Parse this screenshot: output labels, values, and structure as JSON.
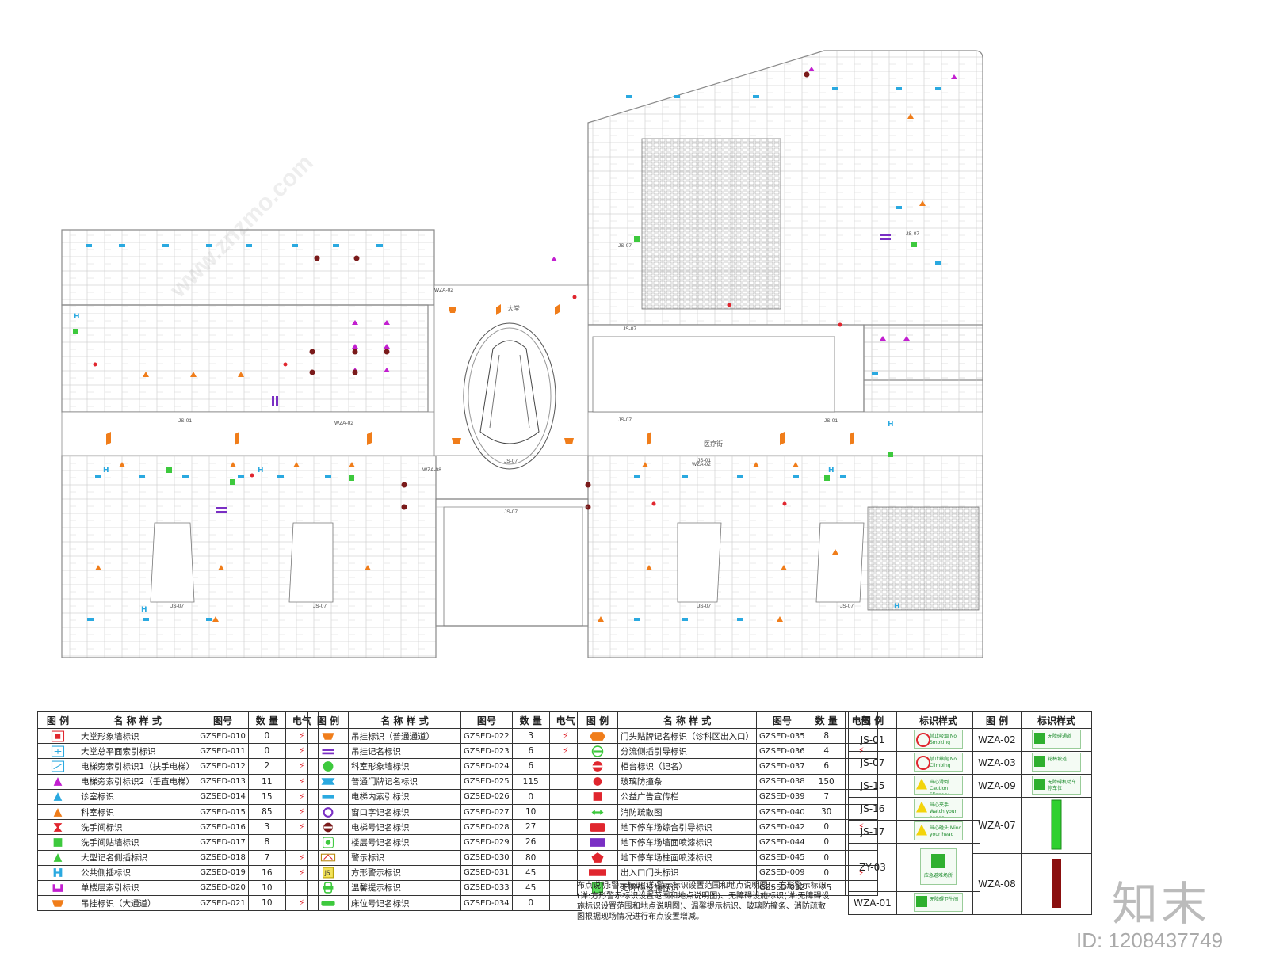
{
  "plan": {
    "labels": {
      "lobby": "大堂",
      "medical_street": "医疗街",
      "js01a": "JS-01",
      "js01b": "JS-01",
      "js01c": "JS-01",
      "js07a": "JS-07",
      "js07b": "JS-07",
      "js07c": "JS-07",
      "js07d": "JS-07",
      "js07e": "JS-07",
      "js07f": "JS-07",
      "js07g": "JS-07",
      "js07h": "JS-07",
      "js07i": "JS-07",
      "js07j": "JS-07",
      "wza02a": "WZA-02",
      "wza02b": "WZA-02",
      "wza02c": "WZA-02",
      "wza08": "WZA-08"
    },
    "watermark": "www.znzmo.com"
  },
  "legend1": {
    "headers": [
      "图 例",
      "名 称 样 式",
      "图号",
      "数 量",
      "电气"
    ],
    "rows": [
      {
        "icon": "lobby-image-wall-icon",
        "name": "大堂形象墙标识",
        "code": "GZSED-010",
        "qty": "0",
        "elec": "⚡"
      },
      {
        "icon": "lobby-plan-index-icon",
        "name": "大堂总平面索引标识",
        "code": "GZSED-011",
        "qty": "0",
        "elec": "⚡"
      },
      {
        "icon": "elevator-index-icon",
        "name": "电梯旁索引标识1（扶手电梯）",
        "code": "GZSED-012",
        "qty": "2",
        "elec": "⚡"
      },
      {
        "icon": "magenta-triangle-icon",
        "name": "电梯旁索引标识2（垂直电梯）",
        "code": "GZSED-013",
        "qty": "11",
        "elec": "⚡"
      },
      {
        "icon": "blue-triangle-icon",
        "name": "诊室标识",
        "code": "GZSED-014",
        "qty": "15",
        "elec": "⚡"
      },
      {
        "icon": "orange-triangle-icon",
        "name": "科室标识",
        "code": "GZSED-015",
        "qty": "85",
        "elec": "⚡"
      },
      {
        "icon": "red-bowtie-icon",
        "name": "洗手间标识",
        "code": "GZSED-016",
        "qty": "3",
        "elec": "⚡"
      },
      {
        "icon": "green-square-icon",
        "name": "洗手间贴墙标识",
        "code": "GZSED-017",
        "qty": "8",
        "elec": ""
      },
      {
        "icon": "green-triangle-icon",
        "name": "大型记名侧插标识",
        "code": "GZSED-018",
        "qty": "7",
        "elec": "⚡"
      },
      {
        "icon": "blue-h-icon",
        "name": "公共侧插标识",
        "code": "GZSED-019",
        "qty": "16",
        "elec": "⚡"
      },
      {
        "icon": "magenta-cup-icon",
        "name": "单楼层索引标识",
        "code": "GZSED-020",
        "qty": "10",
        "elec": ""
      },
      {
        "icon": "orange-banner-icon",
        "name": "吊挂标识（大通道）",
        "code": "GZSED-021",
        "qty": "10",
        "elec": "⚡"
      }
    ]
  },
  "legend2": {
    "headers": [
      "图 例",
      "名 称 样 式",
      "图号",
      "数 量",
      "电气"
    ],
    "rows": [
      {
        "icon": "orange-banner-icon",
        "name": "吊挂标识（普通通道）",
        "code": "GZSED-022",
        "qty": "3",
        "elec": "⚡"
      },
      {
        "icon": "purple-double-bar-icon",
        "name": "吊挂记名标识",
        "code": "GZSED-023",
        "qty": "6",
        "elec": "⚡"
      },
      {
        "icon": "green-circle-icon",
        "name": "科室形象墙标识",
        "code": "GZSED-024",
        "qty": "6",
        "elec": ""
      },
      {
        "icon": "blue-ribbon-icon",
        "name": "普通门牌记名标识",
        "code": "GZSED-025",
        "qty": "115",
        "elec": ""
      },
      {
        "icon": "blue-bar-icon",
        "name": "电梯内索引标识",
        "code": "GZSED-026",
        "qty": "0",
        "elec": ""
      },
      {
        "icon": "purple-ring-icon",
        "name": "窗口字记名标识",
        "code": "GZSED-027",
        "qty": "10",
        "elec": ""
      },
      {
        "icon": "dark-red-circle-icon",
        "name": "电梯号记名标识",
        "code": "GZSED-028",
        "qty": "27",
        "elec": ""
      },
      {
        "icon": "green-floor-icon",
        "name": "楼层号记名标识",
        "code": "GZSED-029",
        "qty": "26",
        "elec": ""
      },
      {
        "icon": "warning-box-icon",
        "name": "警示标识",
        "code": "GZSED-030",
        "qty": "80",
        "elec": ""
      },
      {
        "icon": "js-box-icon",
        "name": "方形警示标识",
        "code": "GZSED-031",
        "qty": "45",
        "elec": ""
      },
      {
        "icon": "green-badge-icon",
        "name": "温馨提示标识",
        "code": "GZSED-033",
        "qty": "45",
        "elec": ""
      },
      {
        "icon": "green-bar-icon",
        "name": "床位号记名标识",
        "code": "GZSED-034",
        "qty": "0",
        "elec": ""
      }
    ]
  },
  "legend3": {
    "headers": [
      "图 例",
      "名 称 样 式",
      "图号",
      "数 量",
      "电气"
    ],
    "rows": [
      {
        "icon": "orange-hexagon-icon",
        "name": "门头贴牌记名标识（诊科区出入口）",
        "code": "GZSED-035",
        "qty": "8",
        "elec": ""
      },
      {
        "icon": "green-minus-circle-icon",
        "name": "分流侧插引导标识",
        "code": "GZSED-036",
        "qty": "4",
        "elec": "⚡"
      },
      {
        "icon": "red-split-circle-icon",
        "name": "柜台标识（记名）",
        "code": "GZSED-037",
        "qty": "6",
        "elec": ""
      },
      {
        "icon": "red-dot-icon",
        "name": "玻璃防撞条",
        "code": "GZSED-038",
        "qty": "150",
        "elec": ""
      },
      {
        "icon": "red-square-icon",
        "name": "公益广告宣传栏",
        "code": "GZSED-039",
        "qty": "7",
        "elec": ""
      },
      {
        "icon": "green-arrows-icon",
        "name": "消防疏散图",
        "code": "GZSED-040",
        "qty": "30",
        "elec": ""
      },
      {
        "icon": "red-rect-icon",
        "name": "地下停车场综合引导标识",
        "code": "GZSED-042",
        "qty": "0",
        "elec": "⚡"
      },
      {
        "icon": "purple-rect-icon",
        "name": "地下停车场墙面喷漆标识",
        "code": "GZSED-044",
        "qty": "0",
        "elec": ""
      },
      {
        "icon": "red-pentagon-icon",
        "name": "地下停车场柱面喷漆标识",
        "code": "GZSED-045",
        "qty": "0",
        "elec": ""
      },
      {
        "icon": "red-long-bar-icon",
        "name": "出入口门头标识",
        "code": "GZSED-009",
        "qty": "0",
        "elec": "⚡"
      },
      {
        "icon": "lime-square-icon",
        "name": "无障碍设施标识",
        "code": "GZSED-032",
        "qty": "25",
        "elec": ""
      }
    ]
  },
  "note": "布点说明:警示标识(详:警示标识设置范围和地点说明图)、方形警示标识(详:方形警示标识设置范围和地点说明图)、无障碍设施标识(详:无障碍设施标识设置范围和地点说明图)、温馨提示标识、玻璃防撞条、消防疏散图根据现场情况进行布点设置增减。",
  "signs1": {
    "headers": [
      "图 例",
      "标识样式"
    ],
    "rows": [
      {
        "code": "JS-01",
        "text": "禁止吸烟 No Smoking",
        "kind": "prohibit"
      },
      {
        "code": "JS-07",
        "text": "禁止攀爬 No Climbing",
        "kind": "prohibit"
      },
      {
        "code": "JS-15",
        "text": "当心滑倒 Caution! Slippery",
        "kind": "warn"
      },
      {
        "code": "JS-16",
        "text": "当心夹手 Watch your hands",
        "kind": "warn"
      },
      {
        "code": "JS-17",
        "text": "当心碰头 Mind your head",
        "kind": "warn"
      },
      {
        "code": "ZY-03",
        "text": "应急避难场所",
        "kind": "big"
      },
      {
        "code": "WZA-01",
        "text": "无障碍卫生间",
        "kind": "acc"
      }
    ]
  },
  "signs2": {
    "headers": [
      "图 例",
      "标识样式"
    ],
    "rows": [
      {
        "code": "WZA-02",
        "text": "无障碍通道",
        "kind": "acc"
      },
      {
        "code": "WZA-03",
        "text": "轮椅坡道",
        "kind": "acc"
      },
      {
        "code": "WZA-09",
        "text": "无障碍机动车停车位",
        "kind": "park"
      },
      {
        "code": "WZA-07",
        "text": "",
        "kind": "green-strip"
      },
      {
        "code": "WZA-08",
        "text": "",
        "kind": "red-strip"
      }
    ]
  },
  "brand": "知末",
  "image_id": "ID: 1208437749",
  "colors": {
    "orange": "#f07d1a",
    "blue": "#2aa9e0",
    "magenta": "#c21fd0",
    "green": "#3dc93d",
    "red": "#e0262e",
    "purple": "#7a2fc4",
    "line": "#8a8a8a"
  }
}
